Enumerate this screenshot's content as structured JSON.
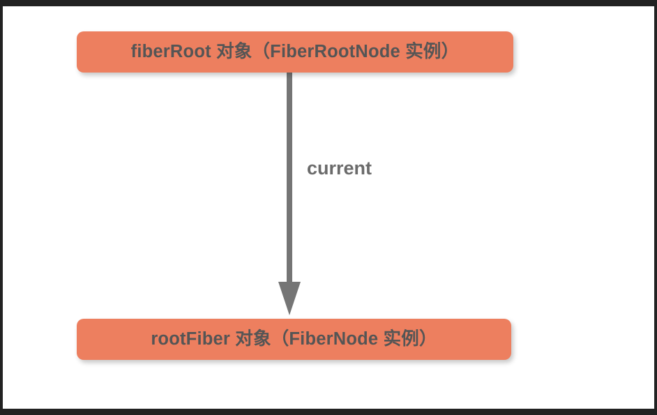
{
  "figure": {
    "background_color": "#ffffff",
    "frame_color": "#222222",
    "node_fill_color": "#ED7F5F",
    "node_text_color": "#555555",
    "connector_color": "#757575"
  },
  "nodes": [
    {
      "id": "fiberRoot",
      "label": "fiberRoot 对象（FiberRootNode 实例）"
    },
    {
      "id": "rootFiber",
      "label": "rootFiber 对象（FiberNode 实例）"
    }
  ],
  "edges": [
    {
      "id": "current",
      "from": "fiberRoot",
      "to": "rootFiber",
      "label": "current",
      "arrow": "down-arrow-icon"
    }
  ]
}
